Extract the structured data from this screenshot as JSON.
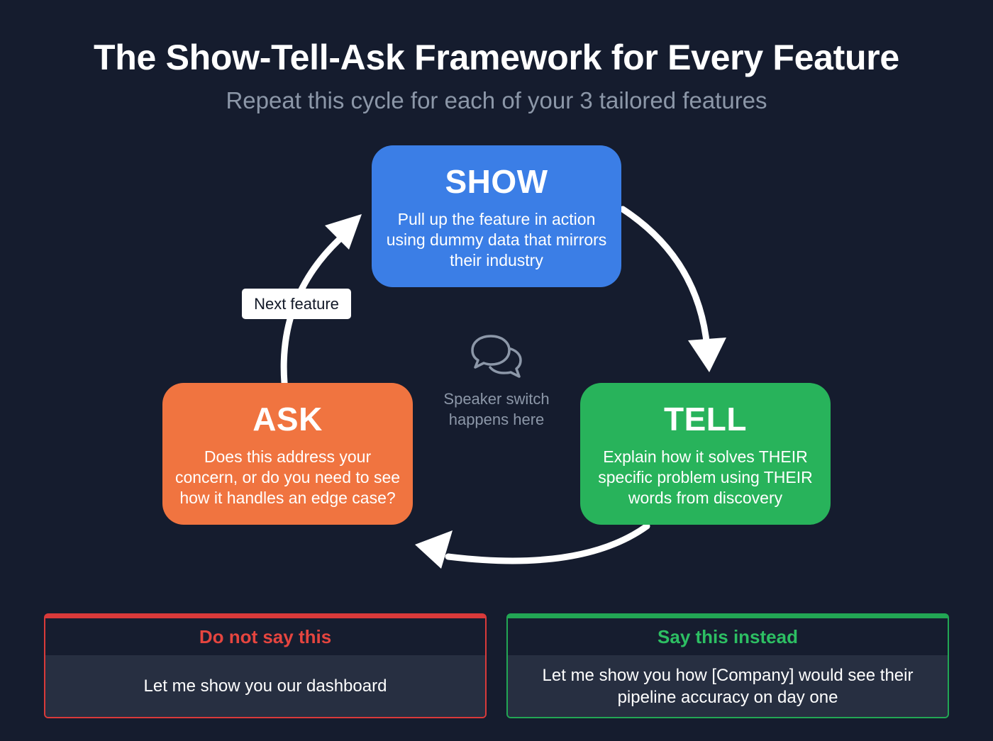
{
  "header": {
    "title": "The Show-Tell-Ask Framework for Every Feature",
    "subtitle": "Repeat this cycle for each of your 3 tailored features"
  },
  "cycle": {
    "show": {
      "title": "SHOW",
      "text": "Pull up the feature in action using dummy data that mirrors their industry",
      "color": "#3b7ee6"
    },
    "tell": {
      "title": "TELL",
      "text": "Explain how it solves THEIR specific problem using THEIR words from discovery",
      "color": "#28b35b"
    },
    "ask": {
      "title": "ASK",
      "text": "Does this address your concern, or do you need to see how it handles an edge case?",
      "color": "#f07440"
    },
    "next_label": "Next feature",
    "center_icon": "chat-bubbles-icon",
    "center_note": "Speaker switch happens here"
  },
  "comparison": {
    "bad": {
      "heading": "Do not say this",
      "text": "Let me show you our dashboard",
      "color": "#d93a3a"
    },
    "good": {
      "heading": "Say this instead",
      "text": "Let me show you how [Company] would see their pipeline accuracy on day one",
      "color": "#22a654"
    }
  }
}
